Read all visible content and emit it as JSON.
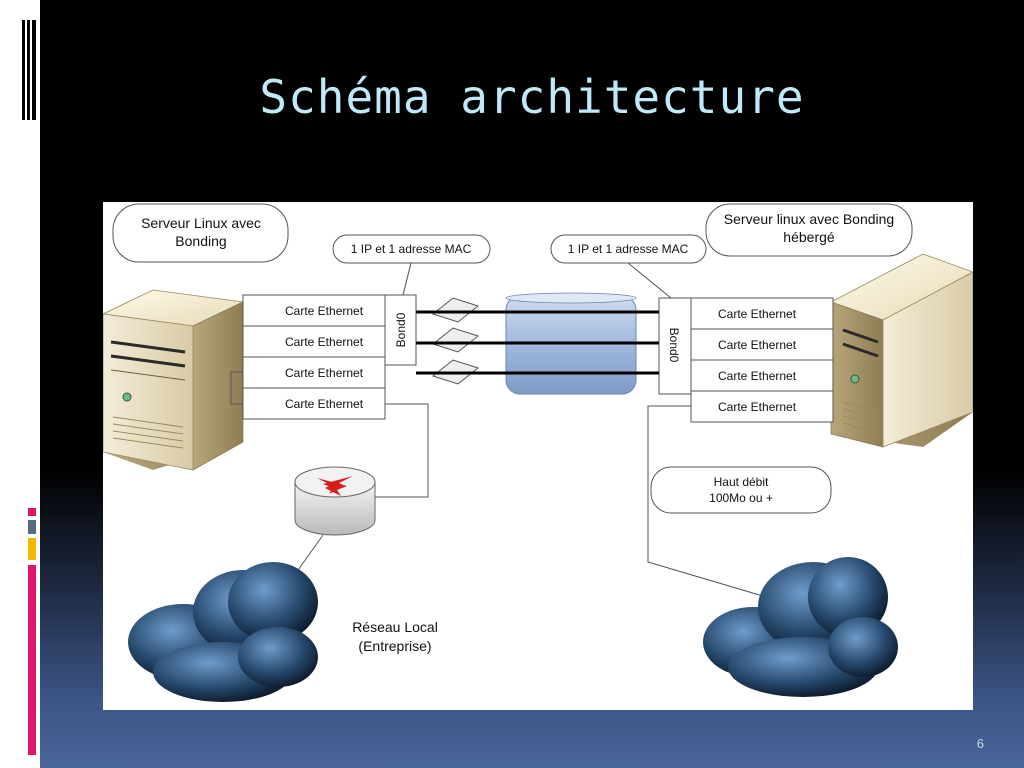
{
  "slide": {
    "title": "Schéma architecture",
    "page_number": "6"
  },
  "diagram": {
    "left_server_label": [
      "Serveur Linux avec",
      "Bonding"
    ],
    "right_server_label": [
      "Serveur linux avec Bonding",
      "hébergé"
    ],
    "ip_mac_label": "1 IP et 1 adresse MAC",
    "bond_label": "Bond0",
    "ethernet_cards": [
      "Carte Ethernet",
      "Carte Ethernet",
      "Carte Ethernet",
      "Carte Ethernet"
    ],
    "speed_label": [
      "Haut débit",
      "100Mo ou +"
    ],
    "lan_label": [
      "Réseau Local",
      "(Entreprise)"
    ]
  },
  "colors": {
    "title": "#bfe9f7",
    "accent_pink": "#e0156b",
    "accent_gray": "#5a6a80",
    "accent_gold": "#f5b700"
  }
}
